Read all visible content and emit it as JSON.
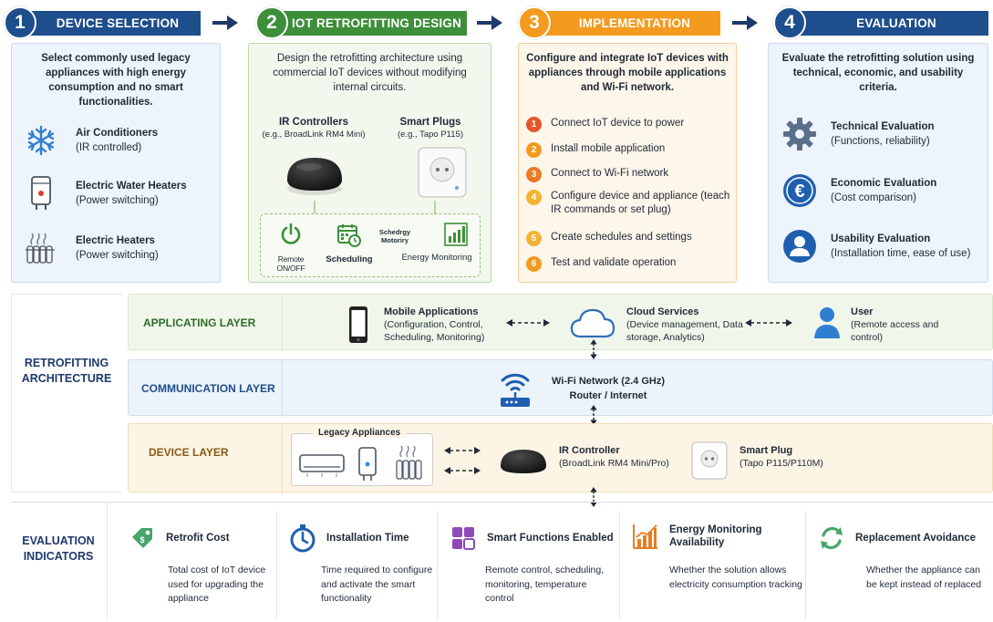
{
  "steps": [
    {
      "num": "1",
      "title": "DEVICE SELECTION",
      "color": "#1e4e8c",
      "panel_bg": "#eef4fb",
      "panel_border": "#c8d9ee"
    },
    {
      "num": "2",
      "title": "IOT RETROFITTING DESIGN",
      "color": "#3d8f3a",
      "panel_bg": "#f3f8ef",
      "panel_border": "#b9d7a9"
    },
    {
      "num": "3",
      "title": "IMPLEMENTATION",
      "color": "#f39a1f",
      "panel_bg": "#fdf6ea",
      "panel_border": "#f1cf96"
    },
    {
      "num": "4",
      "title": "EVALUATION",
      "color": "#1e4e8c",
      "panel_bg": "#eef4fb",
      "panel_border": "#c8d9ee"
    }
  ],
  "selection": {
    "description": "Select commonly used legacy appliances with high energy consumption and no smart functionalities.",
    "appliances": [
      {
        "name": "Air Conditioners",
        "detail": "(IR controlled)",
        "icon": "snowflake-icon"
      },
      {
        "name": "Electric Water Heaters",
        "detail": "(Power switching)",
        "icon": "water-heater-icon"
      },
      {
        "name": "Electric Heaters",
        "detail": "(Power switching)",
        "icon": "radiator-icon"
      }
    ]
  },
  "design": {
    "description": "Design the retrofitting architecture using commercial IoT devices without modifying internal circuits.",
    "ir_title": "IR Controllers",
    "ir_example": "(e.g., BroadLink RM4 Mini)",
    "plug_title": "Smart Plugs",
    "plug_example": "(e.g., Tapo P115)",
    "features": {
      "remote": "Remote ON/OFF",
      "scheduling": "Scheduling",
      "garbled": "Schedrgy Motoriry",
      "energy": "Energy Monitoring"
    }
  },
  "implementation": {
    "description": "Configure and integrate IoT devices with appliances through mobile applications and Wi-Fi network.",
    "steps": [
      {
        "n": "1",
        "text": "Connect IoT device to power"
      },
      {
        "n": "2",
        "text": "Install mobile application"
      },
      {
        "n": "3",
        "text": "Connect to Wi-Fi network"
      },
      {
        "n": "4",
        "text": "Configure device and appliance (teach IR commands or set plug)"
      },
      {
        "n": "5",
        "text": "Create schedules and settings"
      },
      {
        "n": "6",
        "text": "Test and validate operation"
      }
    ]
  },
  "evaluation": {
    "description": "Evaluate the retrofitting solution using technical, economic, and usability criteria.",
    "items": [
      {
        "title": "Technical Evaluation",
        "detail": "(Functions, reliability)",
        "icon": "gear-icon"
      },
      {
        "title": "Economic Evaluation",
        "detail": "(Cost comparison)",
        "icon": "euro-icon"
      },
      {
        "title": "Usability Evaluation",
        "detail": "(Installation time, ease of use)",
        "icon": "user-icon"
      }
    ]
  },
  "architecture": {
    "title": "RETROFITTING ARCHITECTURE",
    "app_layer": {
      "title": "APPLICATING LAYER",
      "mobile_title": "Mobile Applications",
      "mobile_detail": "(Configuration, Control, Scheduling, Monitoring)",
      "cloud_title": "Cloud Services",
      "cloud_detail": "(Device management, Data storage, Analytics)",
      "user_title": "User",
      "user_detail": "(Remote access and control)"
    },
    "comm_layer": {
      "title": "COMMUNICATION LAYER",
      "wifi_title": "Wi-Fi Network (2.4 GHz)",
      "wifi_sub": "Router / Internet"
    },
    "device_layer": {
      "title": "DEVICE LAYER",
      "legacy_label": "Legacy Appliances",
      "ir_title": "IR Controller",
      "ir_detail": "(BroadLink RM4 Mini/Pro)",
      "plug_title": "Smart Plug",
      "plug_detail": "(Tapo P115/P110M)"
    }
  },
  "indicators": {
    "title": "EVALUATION INDICATORS",
    "items": [
      {
        "title": "Retrofit Cost",
        "desc": "Total cost of IoT device used for upgrading the appliance",
        "icon": "price-tag-icon"
      },
      {
        "title": "Installation Time",
        "desc": "Time required to configure and activate the smart functionality",
        "icon": "stopwatch-icon"
      },
      {
        "title": "Smart Functions Enabled",
        "desc": "Remote control, scheduling, monitoring, temperature control",
        "icon": "grid-apps-icon"
      },
      {
        "title": "Energy Monitoring Availability",
        "desc": "Whether the solution allows electricity consumption tracking",
        "icon": "bar-chart-icon"
      },
      {
        "title": "Replacement Avoidance",
        "desc": "Whether the appliance can be kept instead of replaced",
        "icon": "recycle-icon"
      }
    ]
  }
}
